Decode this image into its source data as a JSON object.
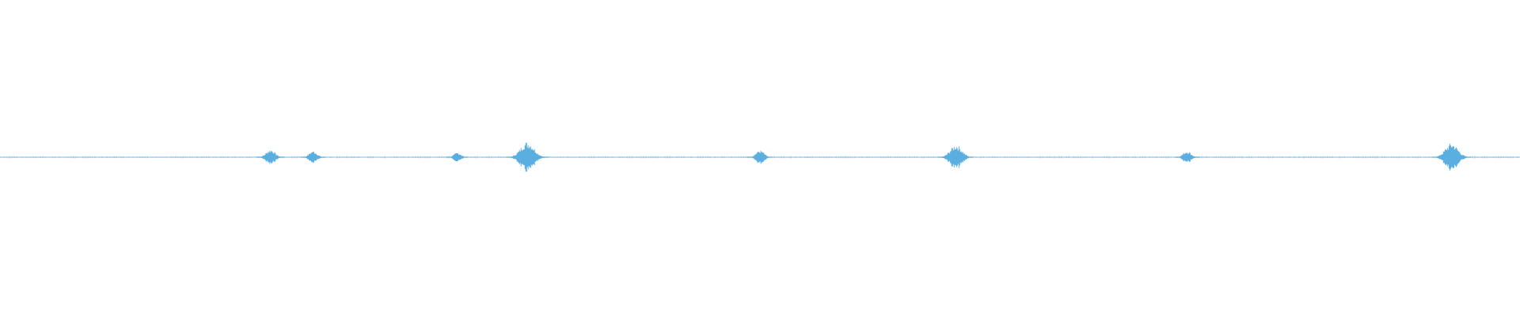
{
  "waveform": {
    "color": "#5aaee0",
    "baseline_color": "#7cc0ea",
    "bursts": [
      {
        "position": 0.178,
        "amplitude": 0.025
      },
      {
        "position": 0.206,
        "amplitude": 0.02
      },
      {
        "position": 0.301,
        "amplitude": 0.015
      },
      {
        "position": 0.347,
        "amplitude": 0.05
      },
      {
        "position": 0.5,
        "amplitude": 0.022
      },
      {
        "position": 0.629,
        "amplitude": 0.04
      },
      {
        "position": 0.781,
        "amplitude": 0.02
      },
      {
        "position": 0.955,
        "amplitude": 0.045
      }
    ]
  }
}
